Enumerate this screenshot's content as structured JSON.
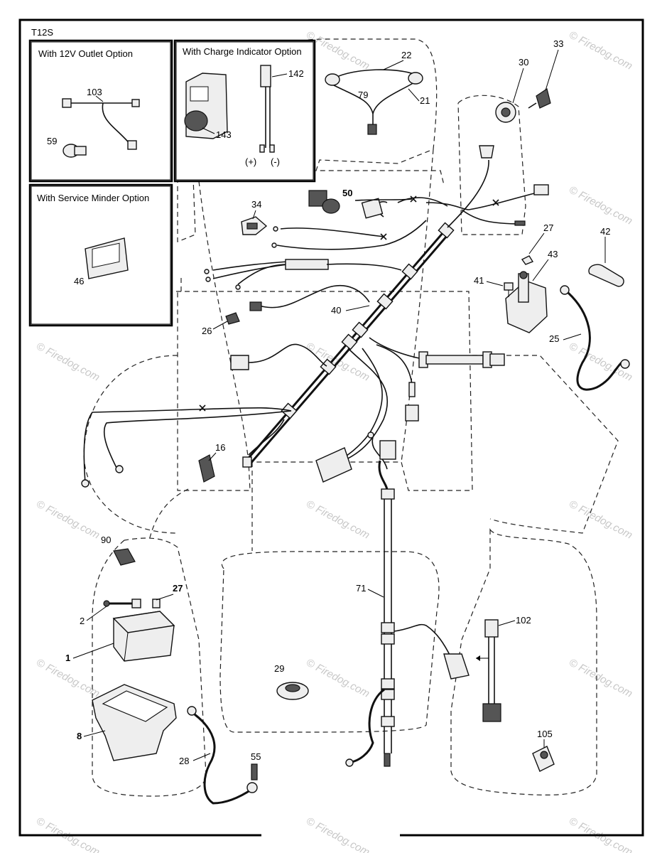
{
  "diagram_id": "T12S",
  "option_boxes": {
    "outlet": "With 12V Outlet Option",
    "charge": "With Charge Indicator Option",
    "service": "With Service Minder Option"
  },
  "charge_terminals": {
    "plus": "(+)",
    "minus": "(-)"
  },
  "watermark": "© Firedog.com",
  "parts": [
    {
      "id": "103",
      "label": "103"
    },
    {
      "id": "59",
      "label": "59"
    },
    {
      "id": "142",
      "label": "142"
    },
    {
      "id": "143",
      "label": "143"
    },
    {
      "id": "46",
      "label": "46"
    },
    {
      "id": "22",
      "label": "22"
    },
    {
      "id": "79",
      "label": "79"
    },
    {
      "id": "21",
      "label": "21"
    },
    {
      "id": "30",
      "label": "30"
    },
    {
      "id": "33",
      "label": "33"
    },
    {
      "id": "50",
      "label": "50"
    },
    {
      "id": "34",
      "label": "34"
    },
    {
      "id": "27a",
      "label": "27"
    },
    {
      "id": "43",
      "label": "43"
    },
    {
      "id": "42",
      "label": "42"
    },
    {
      "id": "41",
      "label": "41"
    },
    {
      "id": "40",
      "label": "40"
    },
    {
      "id": "26",
      "label": "26"
    },
    {
      "id": "25",
      "label": "25"
    },
    {
      "id": "16",
      "label": "16"
    },
    {
      "id": "90",
      "label": "90"
    },
    {
      "id": "27b",
      "label": "27"
    },
    {
      "id": "2",
      "label": "2"
    },
    {
      "id": "1",
      "label": "1"
    },
    {
      "id": "71",
      "label": "71"
    },
    {
      "id": "102",
      "label": "102"
    },
    {
      "id": "29",
      "label": "29"
    },
    {
      "id": "8",
      "label": "8"
    },
    {
      "id": "28",
      "label": "28"
    },
    {
      "id": "55",
      "label": "55"
    },
    {
      "id": "105",
      "label": "105"
    }
  ]
}
